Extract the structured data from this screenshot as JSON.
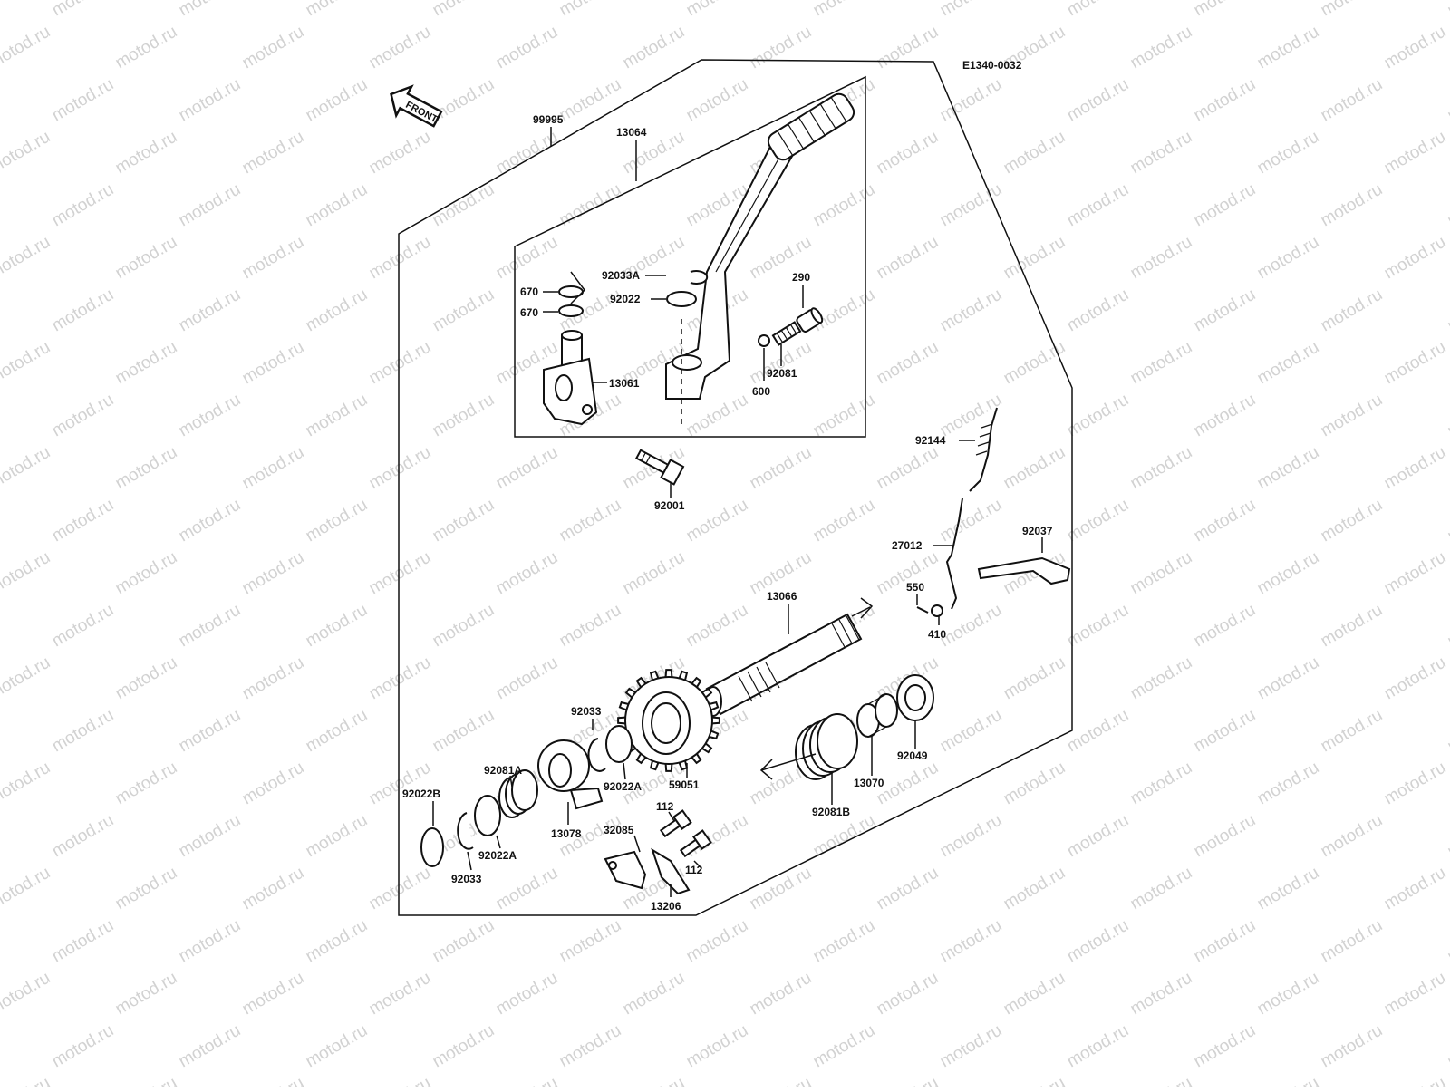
{
  "diagram": {
    "code": "E1340-0032",
    "front_label": "FRONT",
    "watermark": "motod.ru",
    "parts": [
      "99995",
      "13064",
      "92033A",
      "92022",
      "670",
      "670",
      "13061",
      "290",
      "92081",
      "600",
      "92001",
      "92144",
      "27012",
      "92037",
      "550",
      "410",
      "13066",
      "92033",
      "92081A",
      "92022A",
      "59051",
      "92049",
      "13070",
      "92081B",
      "92022B",
      "92033",
      "92022A",
      "13078",
      "112",
      "32085",
      "112",
      "13206"
    ]
  },
  "colors": {
    "ink": "#111111",
    "watermark": "#d2d2d2",
    "background": "#ffffff"
  }
}
